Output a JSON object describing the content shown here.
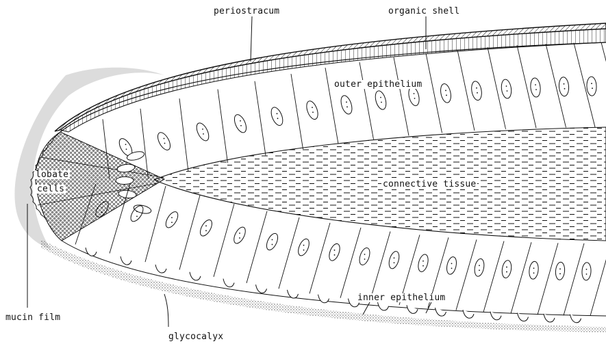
{
  "labels": {
    "periostracum": "periostracum",
    "organic_shell": "organic shell",
    "outer_epithelium": "outer epithelium",
    "lobate_cells_line1": "lobate",
    "lobate_cells_line2": "cells",
    "connective_tissue": "connective tissue",
    "inner_epithelium": "inner epithelium",
    "mucin_film": "mucin film",
    "glycocalyx": "glycocalyx"
  },
  "colors": {
    "ink": "#111111",
    "mucin_shade": "#d9d9d9",
    "stipple": "#555555"
  }
}
